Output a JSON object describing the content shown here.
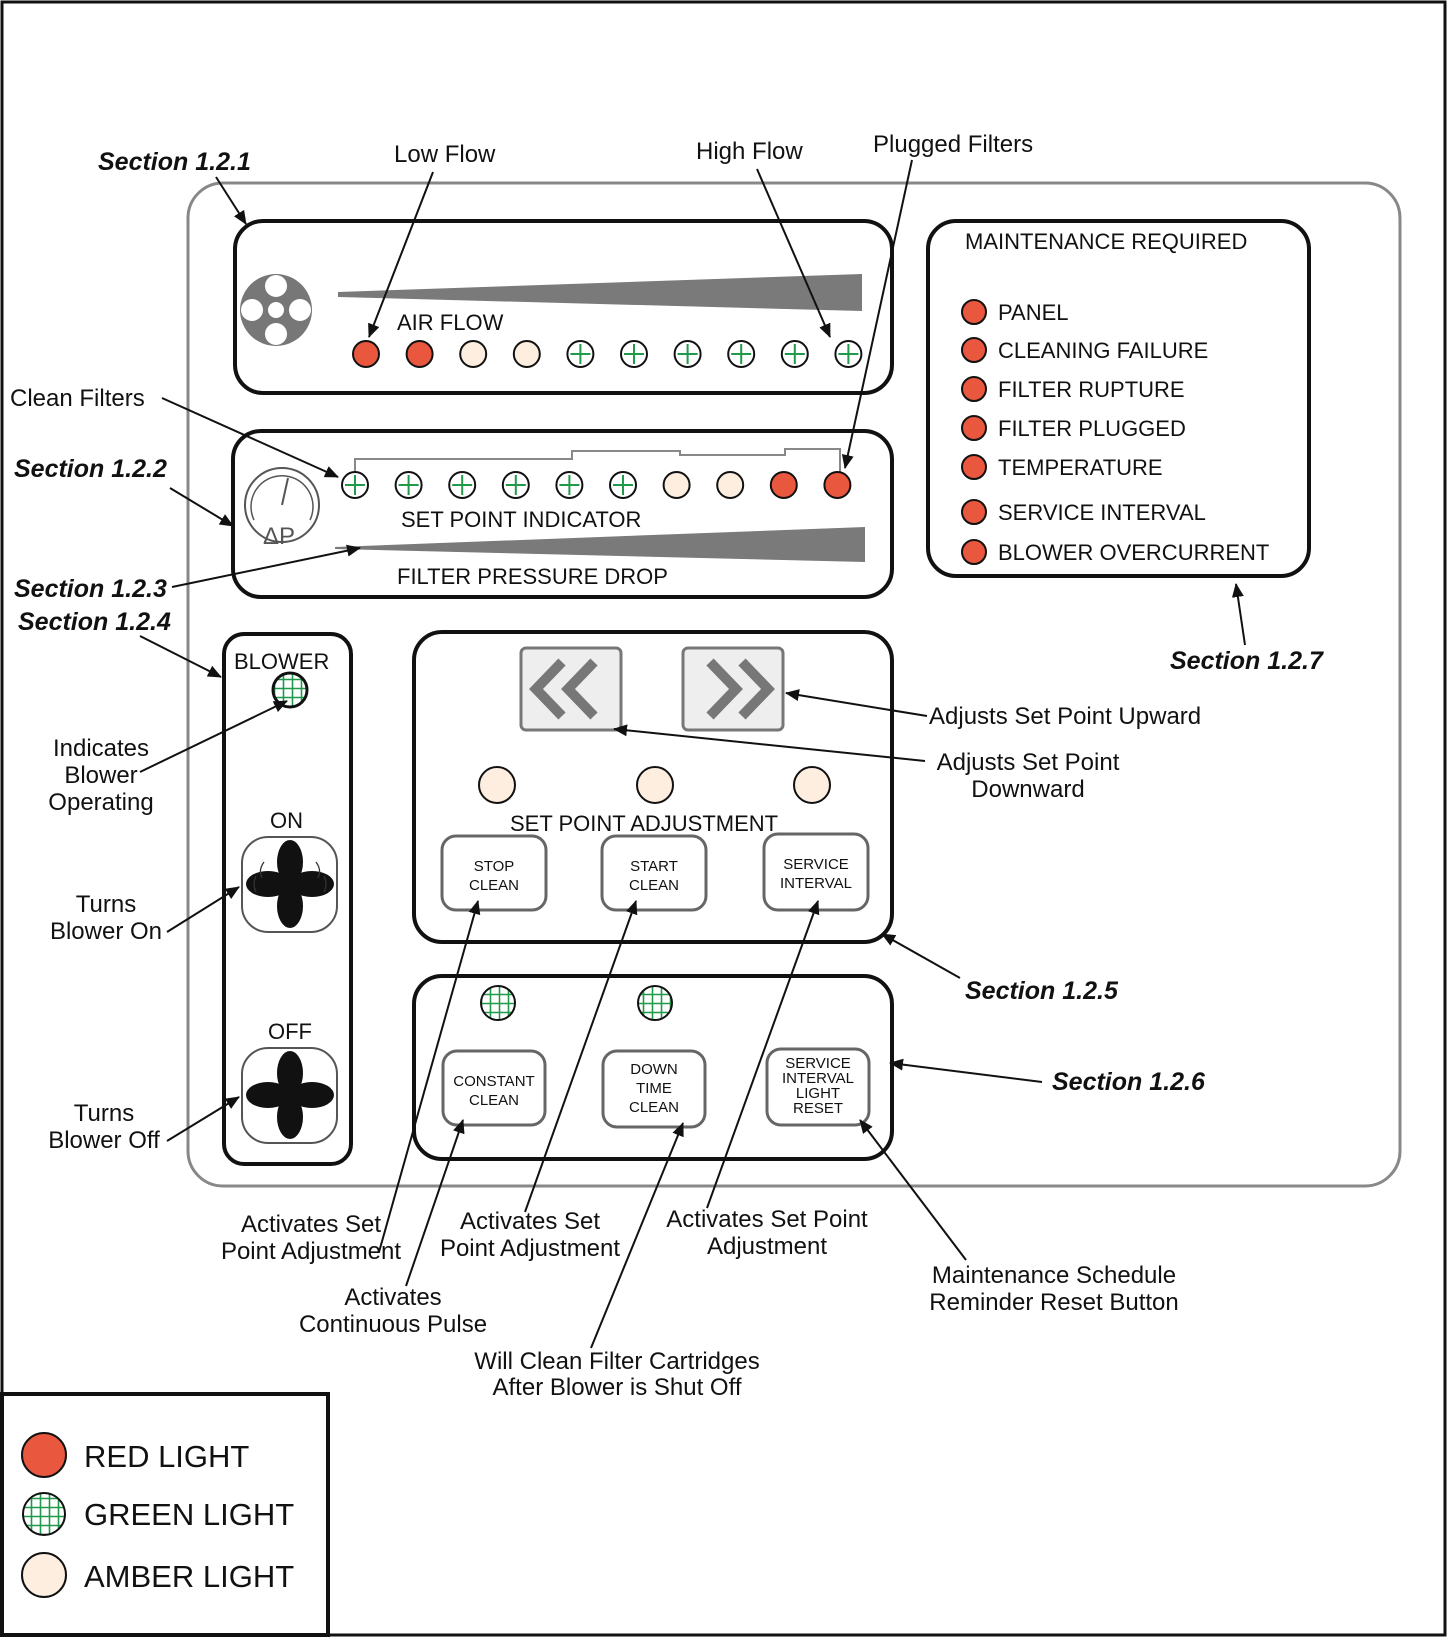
{
  "sections": {
    "s121": "Section 1.2.1",
    "s122": "Section 1.2.2",
    "s123": "Section 1.2.3",
    "s124": "Section 1.2.4",
    "s125": "Section 1.2.5",
    "s126": "Section 1.2.6",
    "s127": "Section 1.2.7"
  },
  "colors": {
    "red": "#e9573f",
    "green": "#1f9a4a",
    "amber": "#fdeee0",
    "outline": "#111111",
    "bar": "#7a7a7a"
  },
  "callouts": {
    "low_flow": "Low Flow",
    "high_flow": "High Flow",
    "plugged_filters": "Plugged Filters",
    "clean_filters": "Clean Filters",
    "indicates_blower": [
      "Indicates",
      "Blower",
      "Operating"
    ],
    "turns_on": [
      "Turns",
      "Blower On"
    ],
    "turns_off": [
      "Turns",
      "Blower Off"
    ],
    "adjust_up": "Adjusts Set Point Upward",
    "adjust_down": [
      "Adjusts Set Point",
      "Downward"
    ],
    "activates_1": [
      "Activates  Set",
      "Point Adjustment"
    ],
    "activates_2": [
      "Activates  Set",
      "Point Adjustment"
    ],
    "activates_3": [
      "Activates Set Point",
      "Adjustment"
    ],
    "continuous": [
      "Activates",
      "Continuous Pulse"
    ],
    "will_clean": [
      "Will Clean Filter Cartridges",
      "After Blower is Shut Off"
    ],
    "maint_reset": [
      "Maintenance Schedule",
      "Reminder Reset Button"
    ]
  },
  "panel": {
    "air_flow": "AIR FLOW",
    "set_point_indicator": "SET POINT INDICATOR",
    "filter_pressure_drop": "FILTER PRESSURE DROP",
    "delta_p": "ΔP",
    "blower": "BLOWER",
    "on": "ON",
    "off": "OFF",
    "set_point_adjustment": "SET POINT ADJUSTMENT",
    "buttons": {
      "stop_clean": [
        "STOP",
        "CLEAN"
      ],
      "start_clean": [
        "START",
        "CLEAN"
      ],
      "service_interval": [
        "SERVICE",
        "INTERVAL"
      ],
      "constant_clean": [
        "CONSTANT",
        "CLEAN"
      ],
      "down_time_clean": [
        "DOWN",
        "TIME",
        "CLEAN"
      ],
      "service_light_reset": [
        "SERVICE",
        "INTERVAL",
        "LIGHT",
        "RESET"
      ]
    }
  },
  "air_flow_leds": [
    "red",
    "red",
    "amber",
    "amber",
    "green",
    "green",
    "green",
    "green",
    "green",
    "green"
  ],
  "set_point_leds": [
    "green",
    "green",
    "green",
    "green",
    "green",
    "green",
    "amber",
    "amber",
    "red",
    "red"
  ],
  "maintenance": {
    "title": "MAINTENANCE REQUIRED",
    "items": [
      "PANEL",
      "CLEANING FAILURE",
      "FILTER RUPTURE",
      "FILTER PLUGGED",
      "TEMPERATURE",
      "SERVICE INTERVAL",
      "BLOWER OVERCURRENT"
    ]
  },
  "legend": {
    "red": "RED LIGHT",
    "green": "GREEN LIGHT",
    "amber": "AMBER LIGHT"
  }
}
